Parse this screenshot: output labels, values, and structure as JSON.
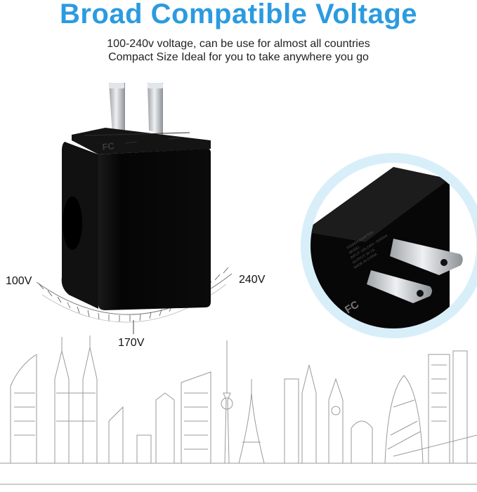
{
  "heading": "Broad Compatible Voltage",
  "subtitle_lines": [
    "100-240v voltage, can be use for almost all countries",
    "Compact Size Ideal for you to take anywhere you go"
  ],
  "voltage_scale": {
    "min_label": "100V",
    "mid_label": "170V",
    "max_label": "240V"
  },
  "product": {
    "color": "#0a0a0a",
    "prong_color": "#cfd3d6",
    "label_text_lines": [
      "POWER ADAPTER",
      "MODEL",
      "INPUT: 100-240V~ 50/60Hz",
      "OUTPUT: 5V 1A",
      "MADE IN CHINA"
    ]
  },
  "colors": {
    "heading": "#2b9be0",
    "zoom_ring": "#bfe4f7",
    "skyline": "#9a9a9a"
  }
}
